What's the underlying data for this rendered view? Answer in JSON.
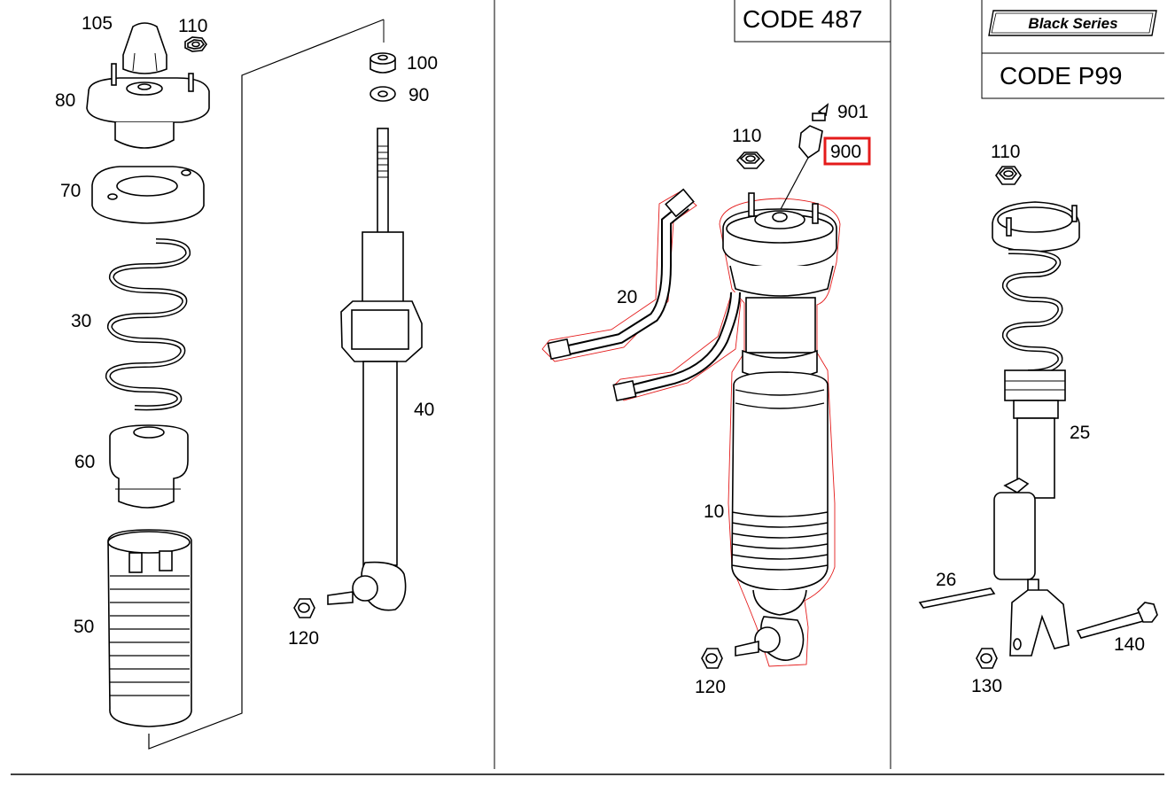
{
  "panels": {
    "code_487": {
      "label": "CODE  487"
    },
    "code_p99": {
      "label": "CODE  P99",
      "badge": "Black Series"
    }
  },
  "callouts": {
    "p105": "105",
    "p110_left": "110",
    "p80": "80",
    "p70": "70",
    "p30": "30",
    "p60": "60",
    "p50": "50",
    "p100": "100",
    "p90": "90",
    "p40": "40",
    "p120_left": "120",
    "p901": "901",
    "p900": "900",
    "p110_mid": "110",
    "p20": "20",
    "p10": "10",
    "p120_mid": "120",
    "p110_right": "110",
    "p25": "25",
    "p26": "26",
    "p140": "140",
    "p130": "130"
  },
  "highlight": {
    "part": "900",
    "color": "#e41b1b"
  }
}
